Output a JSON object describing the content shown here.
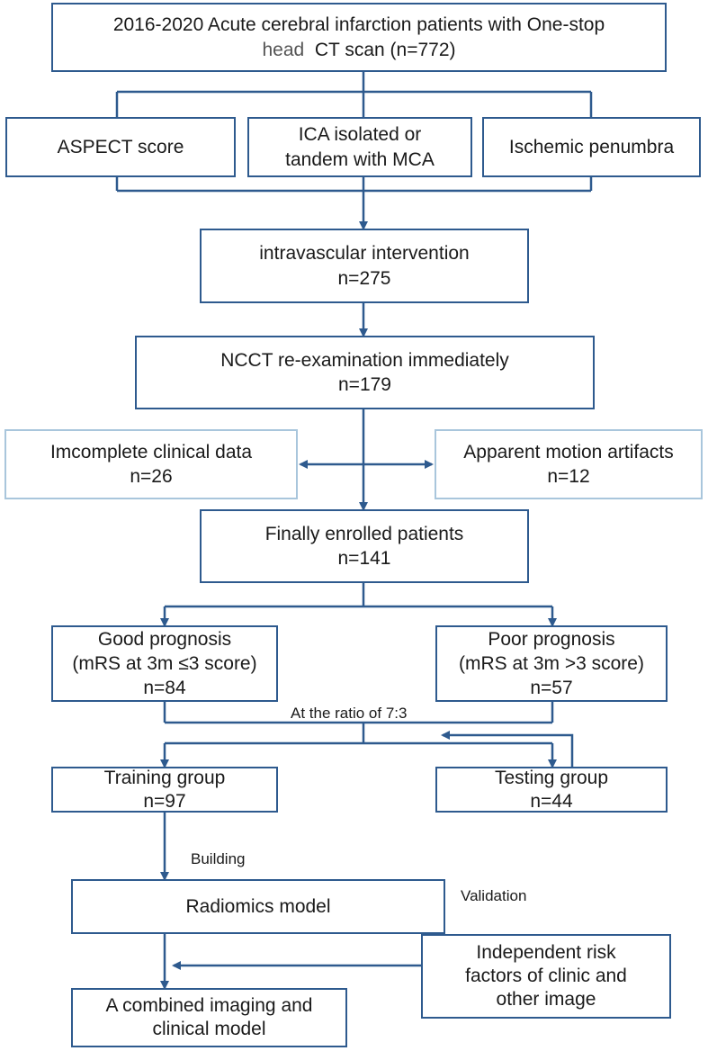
{
  "colors": {
    "line": "#2e5a8e",
    "light_border": "#a9c6dc"
  },
  "boxes": {
    "patients": {
      "line1": "2016-2020 Acute cerebral infarction patients with One-stop",
      "line2_a": "head",
      "line2_b": "CT scan (n=772)"
    },
    "aspect": {
      "line1": "ASPECT score"
    },
    "ica": {
      "line1": "ICA isolated or",
      "line2": "tandem with MCA"
    },
    "penumbra": {
      "line1": "Ischemic penumbra"
    },
    "intervention": {
      "line1": "intravascular intervention",
      "line2": "n=275"
    },
    "ncct": {
      "line1": "NCCT re-examination immediately",
      "line2": "n=179"
    },
    "incomplete": {
      "line1": "Imcomplete clinical data",
      "line2": "n=26"
    },
    "motion": {
      "line1": "Apparent motion  artifacts",
      "line2": "n=12"
    },
    "enrolled": {
      "line1": "Finally enrolled patients",
      "line2": "n=141"
    },
    "good": {
      "line1": "Good prognosis",
      "line2": "(mRS at 3m ≤3 score)",
      "line3": "n=84"
    },
    "poor": {
      "line1": "Poor prognosis",
      "line2": "(mRS at 3m >3 score)",
      "line3": "n=57"
    },
    "training": {
      "line1": "Training group",
      "line2": "n=97"
    },
    "testing": {
      "line1": "Testing group",
      "line2": "n=44"
    },
    "radiomics": {
      "line1": "Radiomics model"
    },
    "risk": {
      "line1": "Independent risk",
      "line2": "factors of clinic and",
      "line3": "other image"
    },
    "combined": {
      "line1": "A combined imaging and",
      "line2": "clinical model"
    }
  },
  "labels": {
    "ratio": "At the ratio of 7:3",
    "building": "Building",
    "validation": "Validation"
  }
}
